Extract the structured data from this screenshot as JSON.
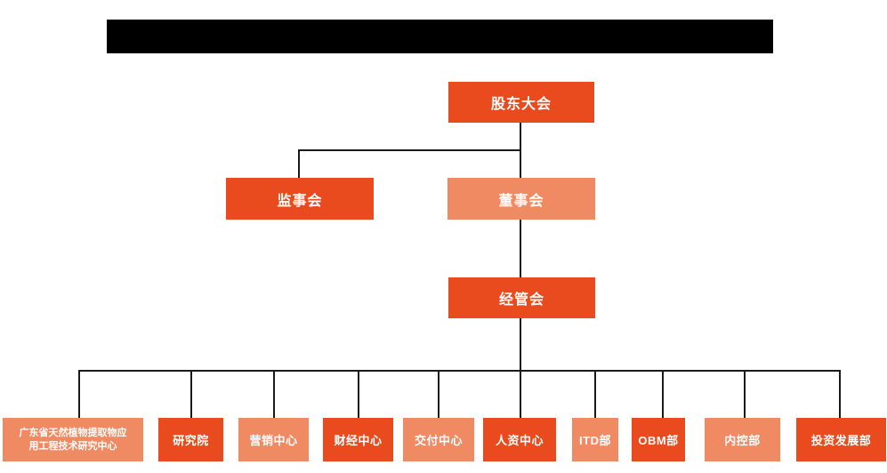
{
  "colors": {
    "primary": "#E94B1E",
    "secondary": "#F08A63",
    "line": "#1a1a1a",
    "redaction": "#000000",
    "node_text": "#ffffff",
    "page_bg": "#ffffff"
  },
  "header": {
    "redacted_title": ""
  },
  "org_chart": {
    "root": {
      "label": "股东大会",
      "variant": "dark"
    },
    "level2": [
      {
        "label": "监事会",
        "variant": "dark"
      },
      {
        "label": "董事会",
        "variant": "light"
      }
    ],
    "level3": [
      {
        "label": "经管会",
        "variant": "dark"
      }
    ],
    "departments": [
      {
        "label": "广东省天然植物提取物应用工程技术研究中心",
        "variant": "light"
      },
      {
        "label": "研究院",
        "variant": "dark"
      },
      {
        "label": "营销中心",
        "variant": "light"
      },
      {
        "label": "财经中心",
        "variant": "dark"
      },
      {
        "label": "交付中心",
        "variant": "light"
      },
      {
        "label": "人资中心",
        "variant": "dark"
      },
      {
        "label": "ITD部",
        "variant": "light"
      },
      {
        "label": "OBM部",
        "variant": "dark"
      },
      {
        "label": "内控部",
        "variant": "light"
      },
      {
        "label": "投资发展部",
        "variant": "dark"
      }
    ]
  }
}
